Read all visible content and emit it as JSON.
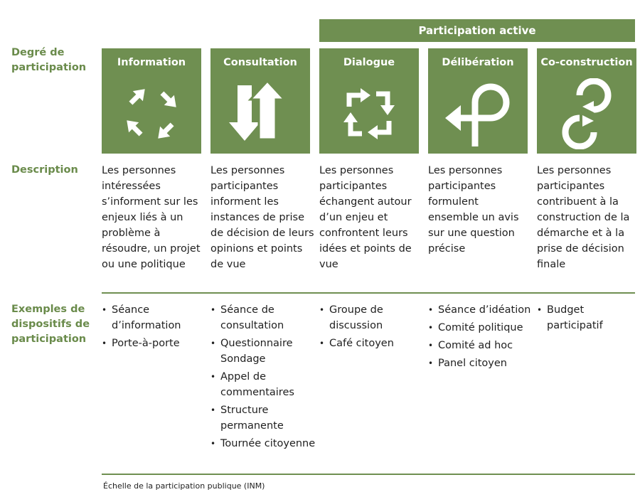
{
  "labels": {
    "degree": "Degré de participation",
    "description": "Description",
    "examples": "Exemples de dispositifs de participation"
  },
  "active_banner": "Participation active",
  "columns": [
    {
      "title": "Information",
      "icon": "arrows-outward-icon",
      "description": "Les personnes intéressées s’informent sur les enjeux liés à un problème à résoudre, un projet ou une politique",
      "examples": [
        "Séance d’information",
        "Porte-à-porte"
      ]
    },
    {
      "title": "Consultation",
      "icon": "arrows-up-down-icon",
      "description": "Les personnes participantes informent les instances de prise de décision de leurs opinions et points de vue",
      "examples": [
        "Séance de consultation",
        "Questionnaire Sondage",
        "Appel de commentaires",
        "Structure permanente",
        "Tournée citoyenne"
      ]
    },
    {
      "title": "Dialogue",
      "icon": "arrows-cycle-icon",
      "description": "Les personnes participantes échangent autour d’un enjeu et confrontent leurs idées et points de vue",
      "examples": [
        "Groupe de discussion",
        "Café citoyen"
      ]
    },
    {
      "title": "Délibération",
      "icon": "arrow-loop-icon",
      "description": "Les personnes participantes formulent ensemble un avis sur une question précise",
      "examples": [
        "Séance d’idéation",
        "Comité politique",
        "Comité ad hoc",
        "Panel citoyen"
      ]
    },
    {
      "title": "Co-construction",
      "icon": "arrows-interlock-icon",
      "description": "Les personnes participantes contribuent à la construction de la démarche et à la prise de décision finale",
      "examples": [
        "Budget participatif"
      ]
    }
  ],
  "caption": "Échelle de la participation publique (INM)",
  "colors": {
    "green": "#6f8f51",
    "label_green": "#6a8b4b"
  }
}
